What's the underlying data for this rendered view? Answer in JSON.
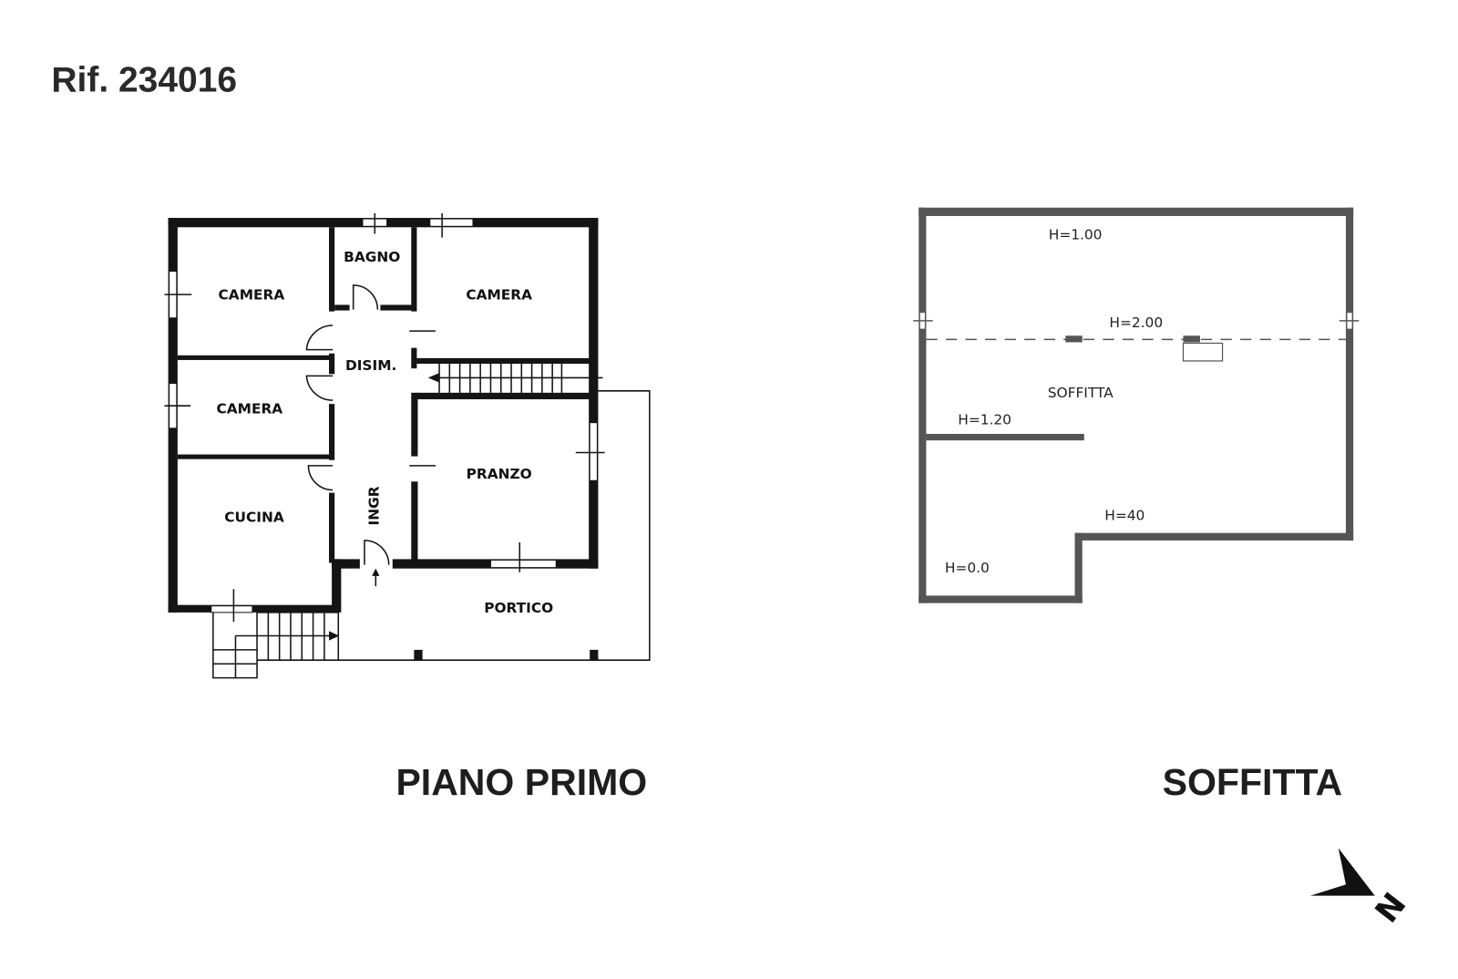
{
  "reference": "Rif. 234016",
  "floors": [
    {
      "title": "PIANO PRIMO",
      "rooms": [
        "CAMERA",
        "BAGNO",
        "CAMERA",
        "DISIM.",
        "CAMERA",
        "PRANZO",
        "CUCINA",
        "INGR",
        "PORTICO"
      ]
    },
    {
      "title": "SOFFITTA",
      "rooms": [
        "SOFFITTA"
      ],
      "heights": [
        "H=1.00",
        "H=2.00",
        "H=1.20",
        "H=40",
        "H=0.0"
      ]
    }
  ],
  "compass": {
    "label": "N"
  },
  "colors": {
    "walls_primo": "#141414",
    "walls_soffitta": "#555555"
  }
}
